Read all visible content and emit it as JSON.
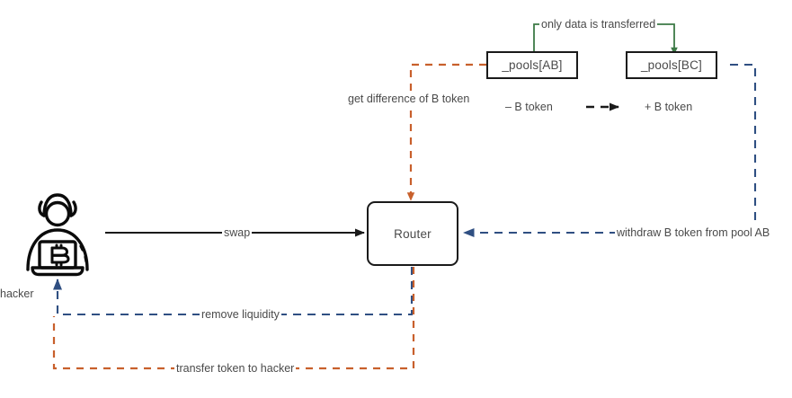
{
  "diagram": {
    "title": "swap attack flow",
    "colors": {
      "black": "#1a1a1a",
      "text": "#4a4a4a",
      "blue": "#2f4f82",
      "orange": "#c8602c",
      "green": "#3d7a46",
      "background": "#ffffff"
    },
    "nodes": [
      {
        "id": "pools_ab",
        "label": "_pools[AB]",
        "shape": "rect"
      },
      {
        "id": "pools_bc",
        "label": "_pools[BC]",
        "shape": "rect"
      },
      {
        "id": "router",
        "label": "Router",
        "shape": "rounded-rect"
      },
      {
        "id": "hacker",
        "label": "hacker",
        "shape": "icon",
        "icon": "hacker-laptop-bitcoin-icon"
      }
    ],
    "edges": [
      {
        "id": "only-data",
        "label": "only data is transferred",
        "from": "pools_ab",
        "to": "pools_bc",
        "color": "#3d7a46",
        "style": "solid",
        "arrow": true
      },
      {
        "id": "b-token-transfer",
        "label_from": "– B token",
        "label_to": "+ B token",
        "color": "#1a1a1a",
        "style": "dashed",
        "arrow": true
      },
      {
        "id": "get-difference",
        "label": "get difference of B token",
        "from": "pools_ab",
        "to": "router",
        "color": "#c8602c",
        "style": "dashed",
        "arrow": true
      },
      {
        "id": "swap",
        "label": "swap",
        "from": "hacker",
        "to": "router",
        "color": "#1a1a1a",
        "style": "solid",
        "arrow": true
      },
      {
        "id": "withdraw",
        "label": "withdraw B token from pool AB",
        "from": "pools_bc",
        "to": "router",
        "color": "#2f4f82",
        "style": "dashed",
        "arrow": true
      },
      {
        "id": "remove-liquidity",
        "label": "remove liquidity",
        "from": "router",
        "to": "hacker",
        "color": "#2f4f82",
        "style": "dashed",
        "arrow": true
      },
      {
        "id": "transfer-token",
        "label": "transfer token to hacker",
        "from": "router",
        "to": "hacker",
        "color": "#c8602c",
        "style": "dashed",
        "arrow": false
      }
    ],
    "labels": {
      "only_data": "only data is transferred",
      "minus_b_token": "– B token",
      "plus_b_token": "+ B token",
      "get_difference": "get difference of B token",
      "swap": "swap",
      "withdraw": "withdraw B token from pool AB",
      "remove_liquidity": "remove liquidity",
      "transfer_token": "transfer token to hacker",
      "hacker": "hacker",
      "pools_ab": "_pools[AB]",
      "pools_bc": "_pools[BC]",
      "router": "Router"
    }
  }
}
